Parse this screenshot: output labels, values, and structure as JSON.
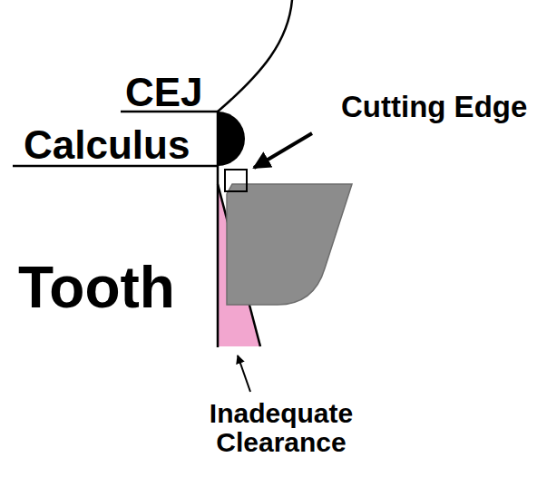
{
  "diagram": {
    "labels": [
      "CEJ",
      "Calculus",
      "Cutting Edge",
      "Tooth",
      "Inadequate Clearance"
    ]
  }
}
